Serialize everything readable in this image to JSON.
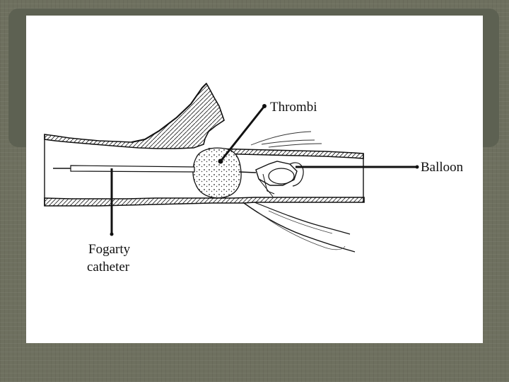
{
  "diagram": {
    "labels": {
      "thrombi": "Thrombi",
      "balloon": "Balloon",
      "fogarty_line1": "Fogarty",
      "fogarty_line2": "catheter"
    }
  },
  "colors": {
    "background": "#6e705f",
    "frame": "#5d6152",
    "slide": "#ffffff",
    "ink": "#111111"
  }
}
